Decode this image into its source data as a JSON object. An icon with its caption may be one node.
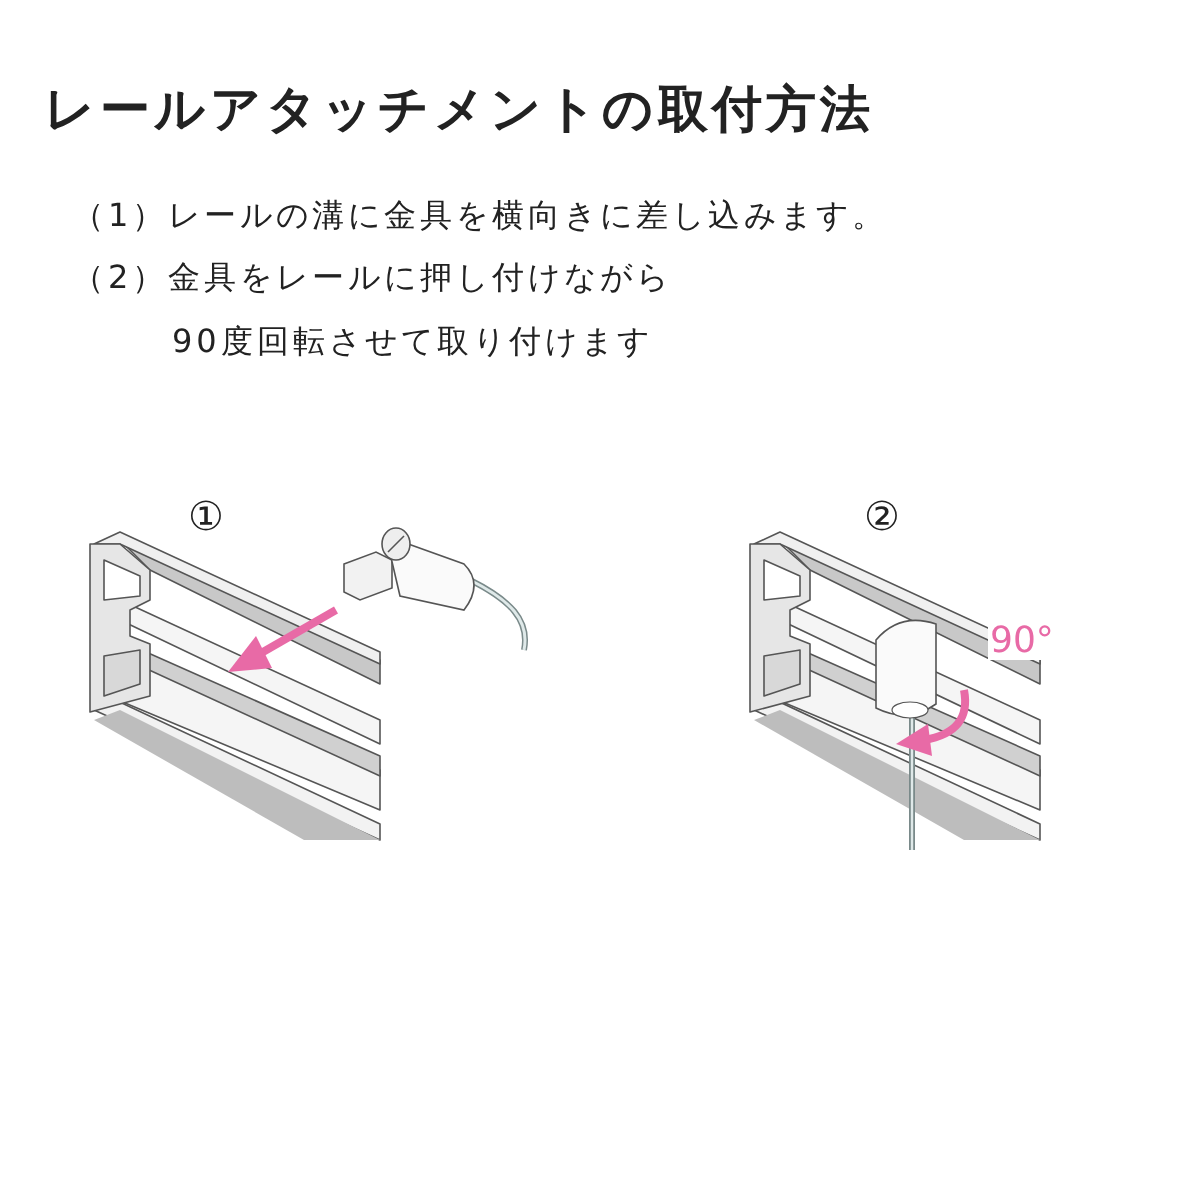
{
  "diagram": {
    "title": "レールアタッチメントの取付方法",
    "labels": [
      "（1）レールの溝に金具を横向きに差し込みます。",
      "（2）金具をレールに押し付けながら",
      "90度回転させて取り付けます",
      "①",
      "②",
      "90°"
    ]
  }
}
